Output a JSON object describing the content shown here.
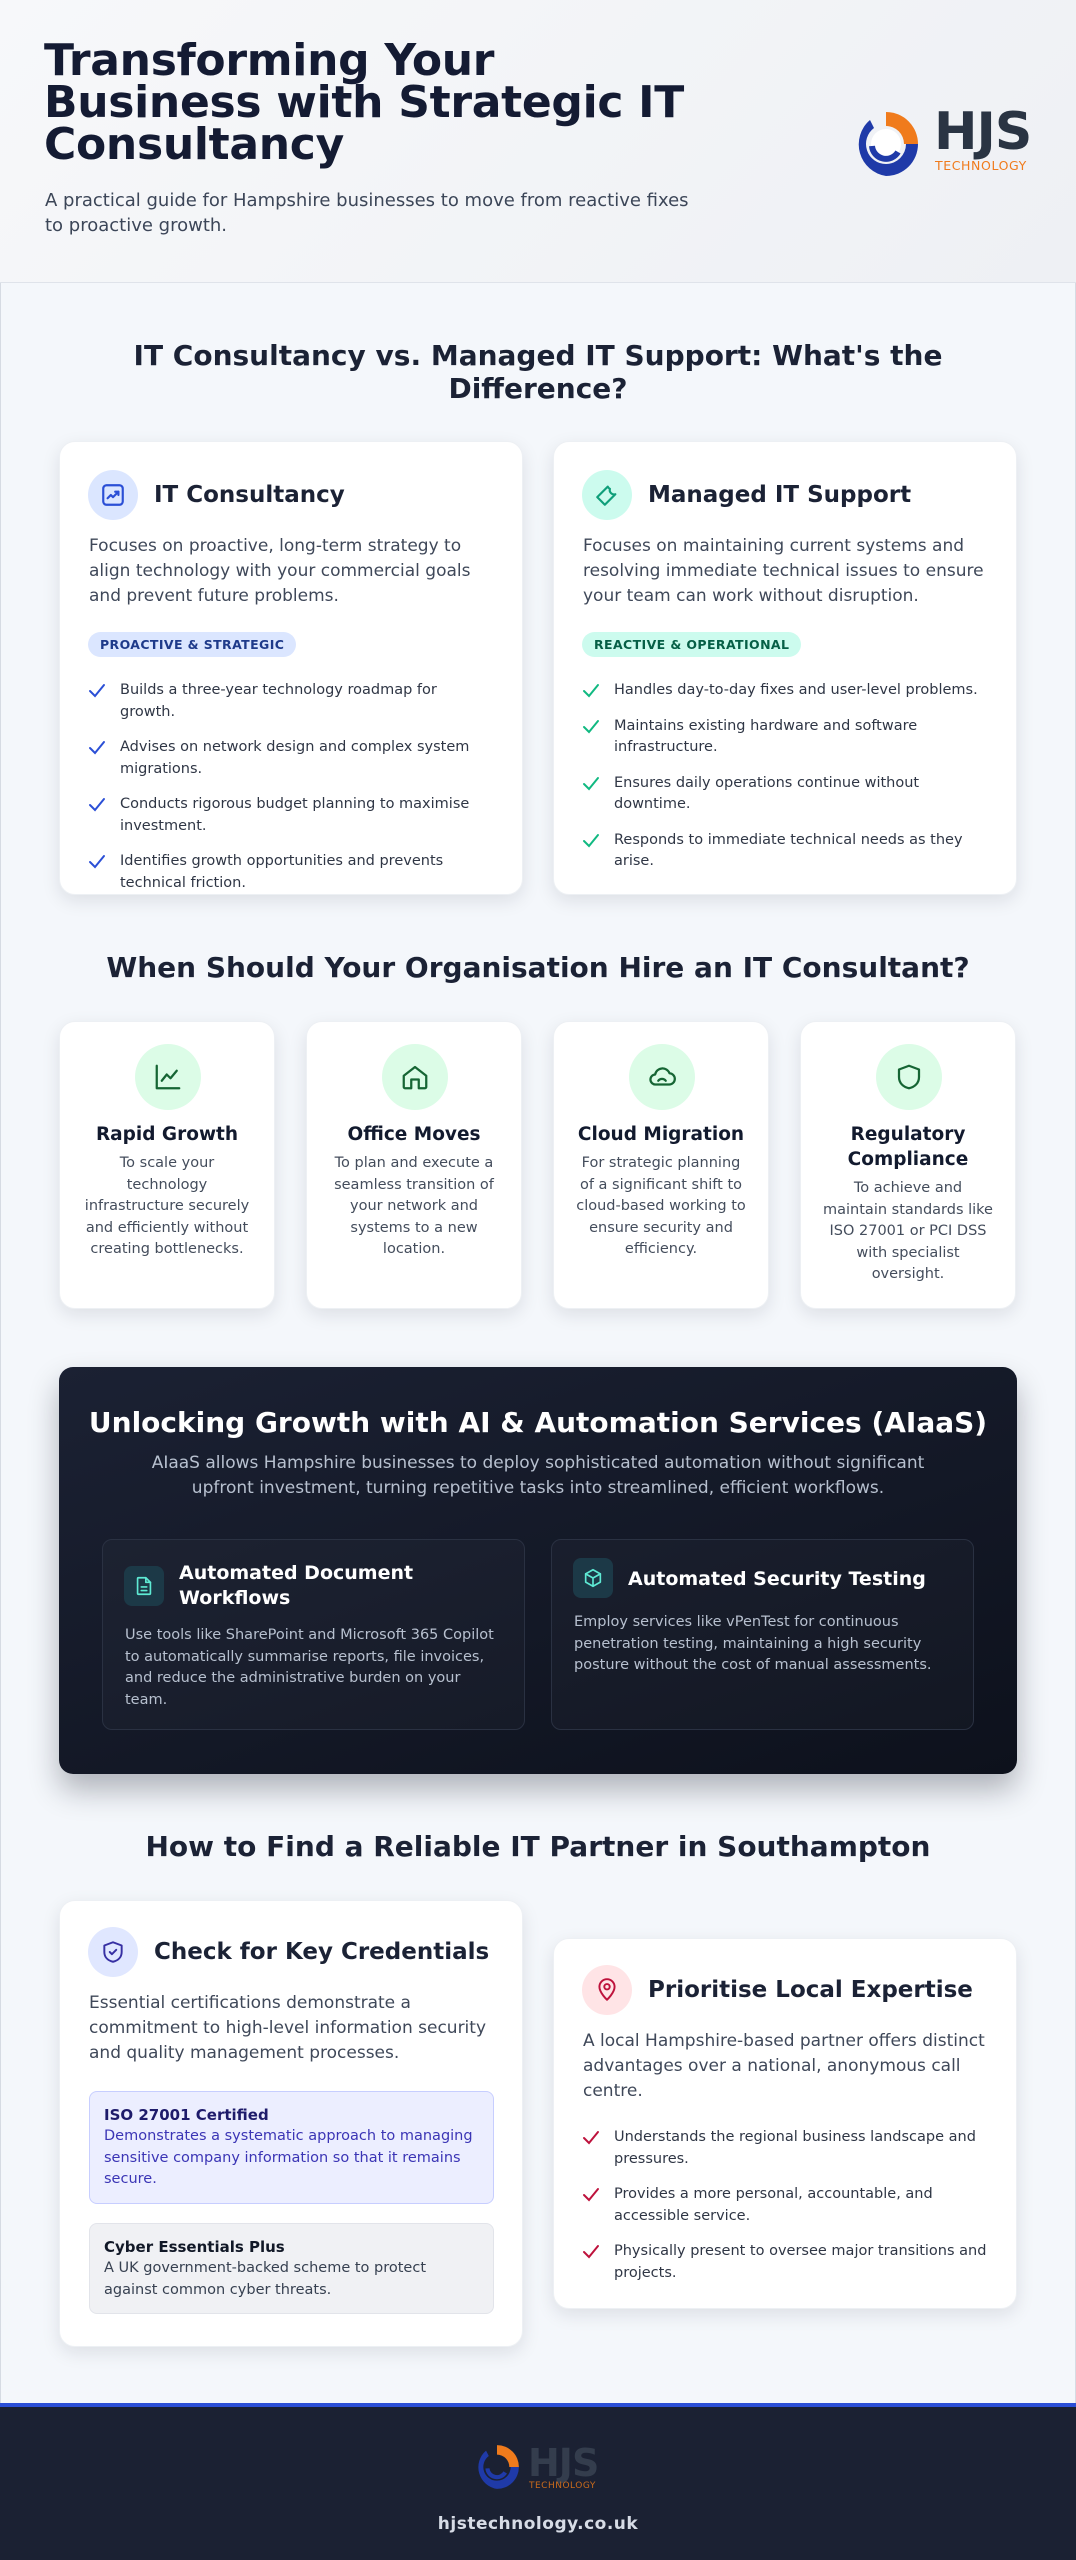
{
  "header": {
    "title": "Transforming Your Business with Strategic IT Consultancy",
    "subtitle": "A practical guide for Hampshire businesses to move from reactive fixes to proactive growth.",
    "logo_text": "HJS",
    "logo_subtext": "TECHNOLOGY"
  },
  "comparison": {
    "heading": "IT Consultancy vs. Managed IT Support: What's the Difference?",
    "consultancy": {
      "title": "IT Consultancy",
      "icon": "strategy-icon",
      "description": "Focuses on proactive, long-term strategy to align technology with your commercial goals and prevent future problems.",
      "badge": "PROACTIVE & STRATEGIC",
      "items": [
        "Builds a three-year technology roadmap for growth.",
        "Advises on network design and complex system migrations.",
        "Conducts rigorous budget planning to maximise investment.",
        "Identifies growth opportunities and prevents technical friction."
      ]
    },
    "managed": {
      "title": "Managed IT Support",
      "icon": "wrench-icon",
      "description": "Focuses on maintaining current systems and resolving immediate technical issues to ensure your team can work without disruption.",
      "badge": "REACTIVE & OPERATIONAL",
      "items": [
        "Handles day-to-day fixes and user-level problems.",
        "Maintains existing hardware and software infrastructure.",
        "Ensures daily operations continue without downtime.",
        "Responds to immediate technical needs as they arise."
      ]
    }
  },
  "when": {
    "heading": "When Should Your Organisation Hire an IT Consultant?",
    "cards": [
      {
        "title": "Rapid Growth",
        "icon": "chart-line-icon",
        "description": "To scale your technology infrastructure securely and efficiently without creating bottlenecks."
      },
      {
        "title": "Office Moves",
        "icon": "home-icon",
        "description": "To plan and execute a seamless transition of your network and systems to a new location."
      },
      {
        "title": "Cloud Migration",
        "icon": "cloud-icon",
        "description": "For strategic planning of a significant shift to cloud-based working to ensure security and efficiency."
      },
      {
        "title": "Regulatory Compliance",
        "icon": "shield-icon",
        "description": "To achieve and maintain standards like ISO 27001 or PCI DSS with specialist oversight."
      }
    ]
  },
  "aiaas": {
    "heading": "Unlocking Growth with AI & Automation Services (AIaaS)",
    "description": "AIaaS allows Hampshire businesses to deploy sophisticated automation without significant upfront investment, turning repetitive tasks into streamlined, efficient workflows.",
    "cards": [
      {
        "title": "Automated Document Workflows",
        "icon": "document-icon",
        "description": "Use tools like SharePoint and Microsoft 365 Copilot to automatically summarise reports, file invoices, and reduce the administrative burden on your team."
      },
      {
        "title": "Automated Security Testing",
        "icon": "cube-icon",
        "description": "Employ services like vPenTest for continuous penetration testing, maintaining a high security posture without the cost of manual assessments."
      }
    ]
  },
  "partner": {
    "heading": "How to Find a Reliable IT Partner in Southampton",
    "credentials": {
      "title": "Check for Key Credentials",
      "icon": "shield-check-icon",
      "description": "Essential certifications demonstrate a commitment to high-level information security and quality management processes.",
      "certs": [
        {
          "title": "ISO 27001 Certified",
          "description": "Demonstrates a systematic approach to managing sensitive company information so that it remains secure."
        },
        {
          "title": "Cyber Essentials Plus",
          "description": "A UK government-backed scheme to protect against common cyber threats."
        }
      ]
    },
    "local": {
      "title": "Prioritise Local Expertise",
      "icon": "map-pin-icon",
      "description": "A local Hampshire-based partner offers distinct advantages over a national, anonymous call centre.",
      "items": [
        "Understands the regional business landscape and pressures.",
        "Provides a more personal, accountable, and accessible service.",
        "Physically present to oversee major transitions and projects."
      ]
    }
  },
  "footer": {
    "logo_text": "HJS",
    "logo_subtext": "TECHNOLOGY",
    "url": "hjstechnology.co.uk"
  },
  "colors": {
    "navy": "#141b33",
    "brand_orange": "#f07b1c",
    "brand_blue": "#1f3aa8",
    "consultancy_accent": "#2b4fd6",
    "managed_accent": "#10b981",
    "local_accent": "#be123c"
  }
}
